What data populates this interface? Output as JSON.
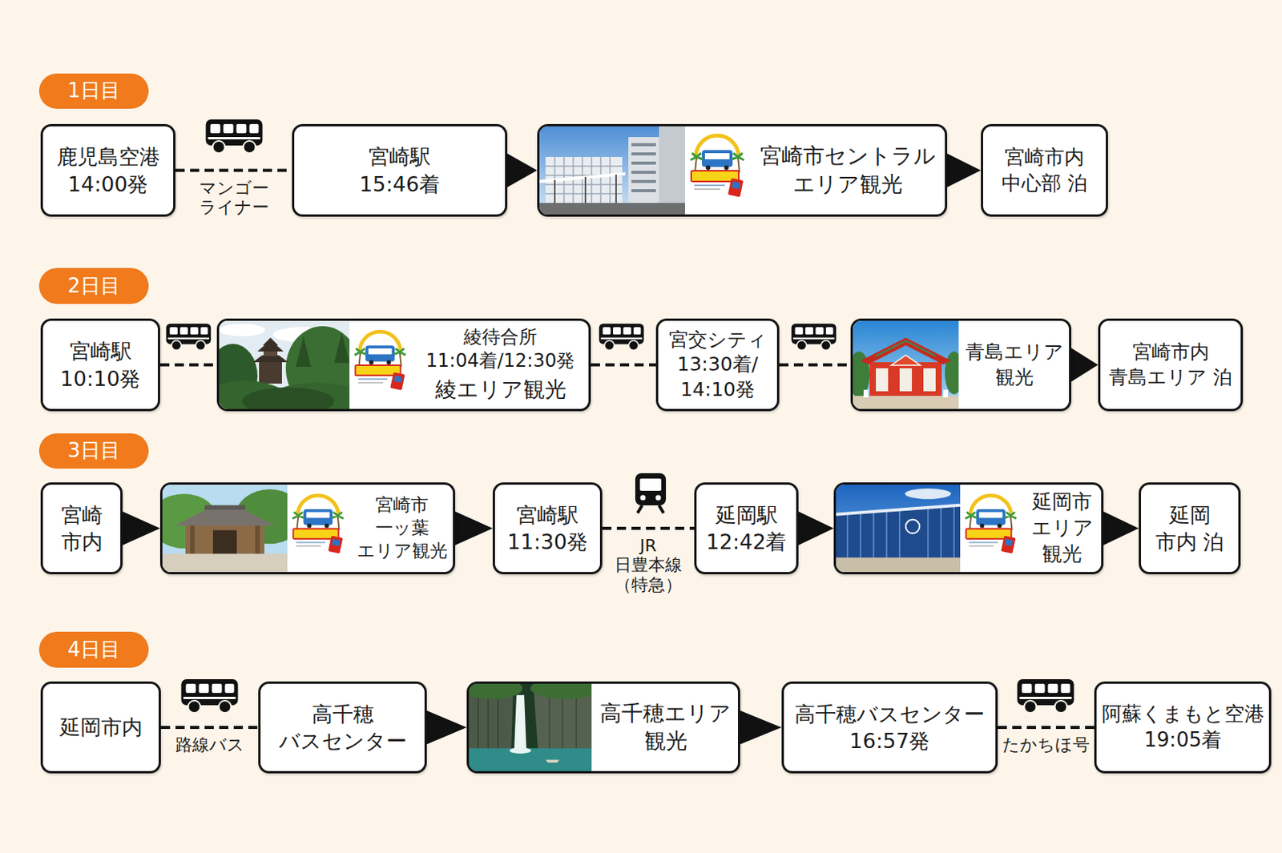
{
  "diagram": {
    "nodes": [
      {
        "text": [
          "1日目"
        ]
      },
      {
        "text": [
          "鹿児島空港 14:00発"
        ]
      },
      {
        "text": [
          "宮崎駅 15:46着"
        ]
      },
      {
        "text": [
          "宮崎市セントラル エリア観光"
        ]
      },
      {
        "text": [
          "宮崎市内 中心部 泊"
        ]
      },
      {
        "text": [
          "2日目"
        ]
      },
      {
        "text": [
          "宮崎駅 10:10発"
        ]
      },
      {
        "text": [
          "綾待合所 11:04着/12:30発",
          "綾エリア観光"
        ]
      },
      {
        "text": [
          "宮交シティ 13:30着/ 14:10発"
        ]
      },
      {
        "text": [
          "青島エリア 観光"
        ]
      },
      {
        "text": [
          "宮崎市内 青島エリア 泊"
        ]
      },
      {
        "text": [
          "3日目"
        ]
      },
      {
        "text": [
          "宮崎 市内"
        ]
      },
      {
        "text": [
          "宮崎市 一ッ葉 エリア観光"
        ]
      },
      {
        "text": [
          "宮崎駅 11:30発"
        ]
      },
      {
        "text": [
          "延岡駅 12:42着"
        ]
      },
      {
        "text": [
          "延岡市 エリア 観光"
        ]
      },
      {
        "text": [
          "延岡 市内 泊"
        ]
      },
      {
        "text": [
          "4日目"
        ]
      },
      {
        "text": [
          "延岡市内"
        ]
      },
      {
        "text": [
          "高千穂 バスセンター"
        ]
      },
      {
        "text": [
          "高千穂エリア 観光"
        ]
      },
      {
        "text": [
          "高千穂バスセンター 16:57発"
        ]
      },
      {
        "text": [
          "阿蘇くまもと空港 19:05着"
        ]
      }
    ],
    "edges": [
      {
        "from": 1,
        "to": 2,
        "arrow": "none",
        "label": "マンゴー ライナー"
      },
      {
        "from": 2,
        "to": 3,
        "arrow": "to"
      },
      {
        "from": 3,
        "to": 4,
        "arrow": "to"
      },
      {
        "from": 6,
        "to": 7,
        "arrow": "none"
      },
      {
        "from": 7,
        "to": 8,
        "arrow": "none"
      },
      {
        "from": 8,
        "to": 9,
        "arrow": "none"
      },
      {
        "from": 9,
        "to": 10,
        "arrow": "to"
      },
      {
        "from": 12,
        "to": 13,
        "arrow": "to"
      },
      {
        "from": 13,
        "to": 14,
        "arrow": "to"
      },
      {
        "from": 14,
        "to": 15,
        "arrow": "none",
        "label": "JR 日豊本線 （特急）"
      },
      {
        "from": 15,
        "to": 16,
        "arrow": "to"
      },
      {
        "from": 16,
        "to": 17,
        "arrow": "to"
      },
      {
        "from": 19,
        "to": 20,
        "arrow": "none",
        "label": "路線バス"
      },
      {
        "from": 20,
        "to": 21,
        "arrow": "to"
      },
      {
        "from": 21,
        "to": 22,
        "arrow": "to"
      },
      {
        "from": 22,
        "to": 23,
        "arrow": "none",
        "label": "たかちほ号"
      }
    ]
  }
}
